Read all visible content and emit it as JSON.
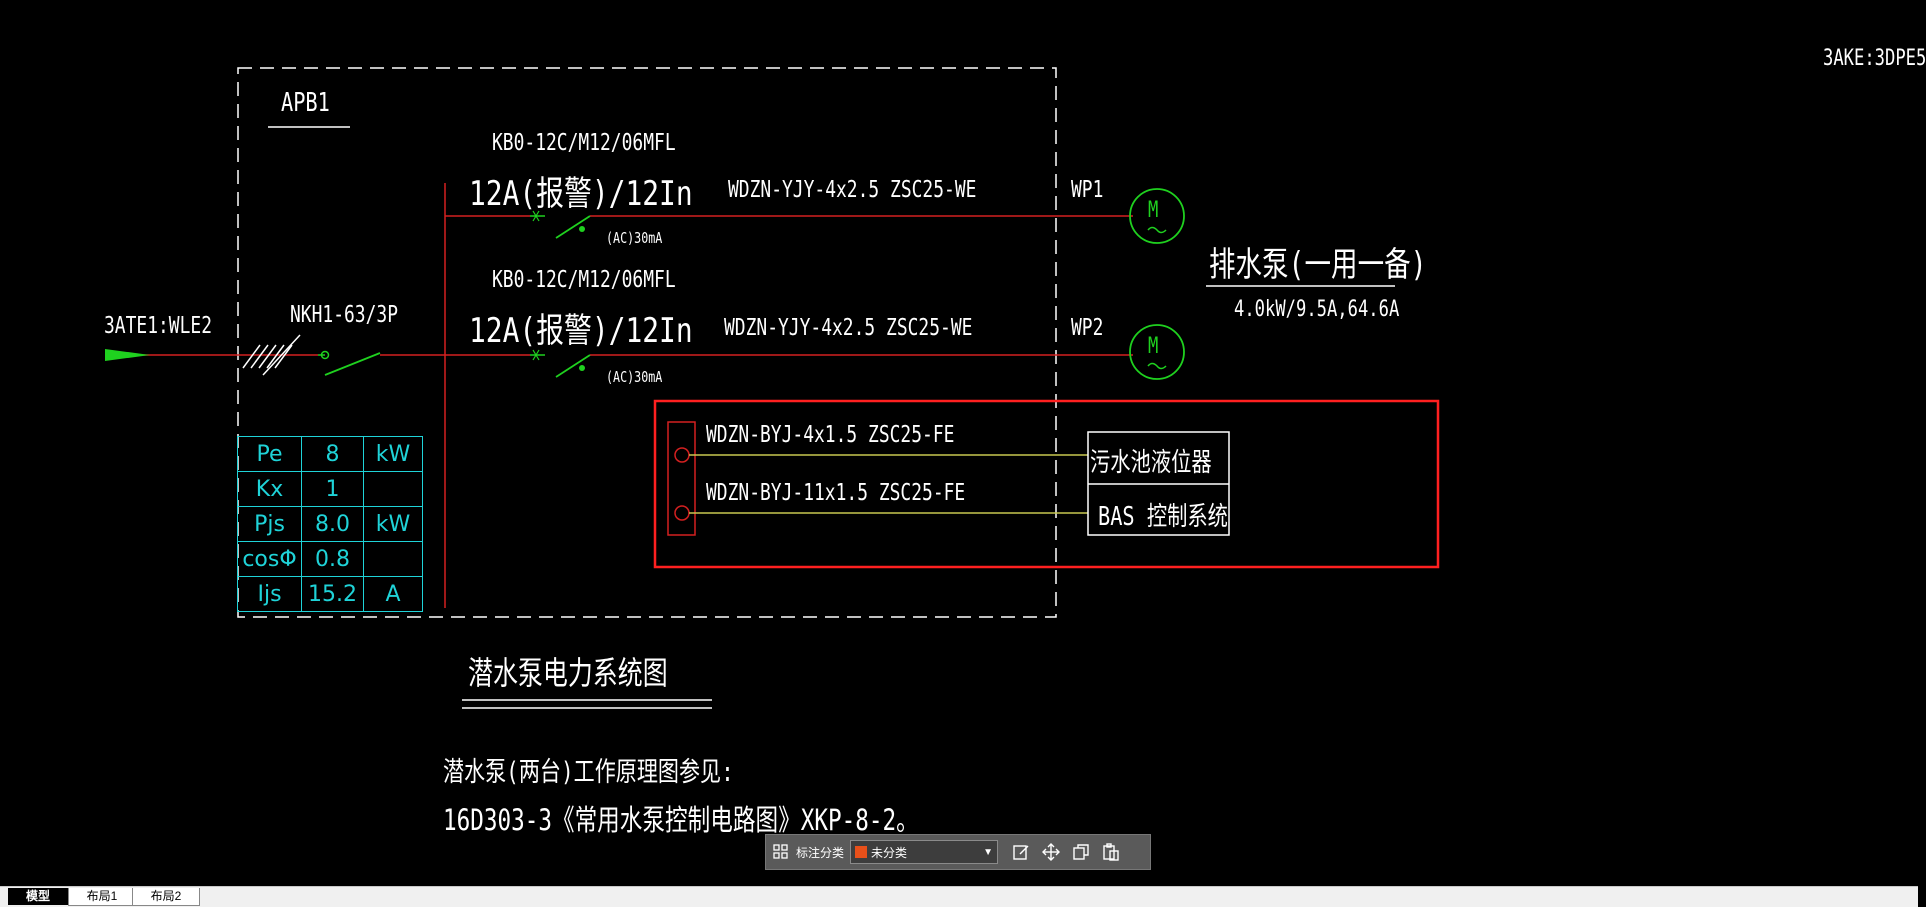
{
  "drawing": {
    "corner_code": "3AKE:3DPE5",
    "panel_name": "APB1",
    "incoming_label": "3ATE1:WLE2",
    "main_switch": "NKH1-63/3P",
    "circuits": [
      {
        "breaker": "KB0-12C/M12/06MFL",
        "rating": "12A(报警)/12In",
        "rcd": "(AC)30mA",
        "cable": "WDZN-YJY-4x2.5 ZSC25-WE",
        "id": "WP1"
      },
      {
        "breaker": "KB0-12C/M12/06MFL",
        "rating": "12A(报警)/12In",
        "rcd": "(AC)30mA",
        "cable": "WDZN-YJY-4x2.5 ZSC25-WE",
        "id": "WP2"
      }
    ],
    "pump_title": "排水泵(一用一备)",
    "pump_spec": "4.0kW/9.5A,64.6A",
    "motor_symbol": "M",
    "signal_cables": [
      "WDZN-BYJ-4x1.5 ZSC25-FE",
      "WDZN-BYJ-11x1.5 ZSC25-FE"
    ],
    "signal_targets": [
      "污水池液位器",
      "BAS 控制系统"
    ],
    "load_table": [
      [
        "Pe",
        "8",
        "kW"
      ],
      [
        "Kx",
        "1",
        ""
      ],
      [
        "Pjs",
        "8.0",
        "kW"
      ],
      [
        "cosΦ",
        "0.8",
        ""
      ],
      [
        "Ijs",
        "15.2",
        "A"
      ]
    ],
    "diagram_title": "潜水泵电力系统图",
    "note_line1": "潜水泵(两台)工作原理图参见:",
    "note_line2": "16D303-3《常用水泵控制电路图》XKP-8-2。"
  },
  "toolbar": {
    "label": "标注分类",
    "selected": "未分类",
    "icons": [
      "grid-icon",
      "edit-icon",
      "move-icon",
      "copy-icon",
      "paste-icon"
    ]
  },
  "tabs": [
    "模型",
    "布局1",
    "布局2"
  ],
  "colors": {
    "background": "#000000",
    "wire": "#d42020",
    "cyan": "#1fd3d8",
    "green": "#1fd11f",
    "yellow": "#c8c850",
    "highlight": "#ff2020"
  }
}
